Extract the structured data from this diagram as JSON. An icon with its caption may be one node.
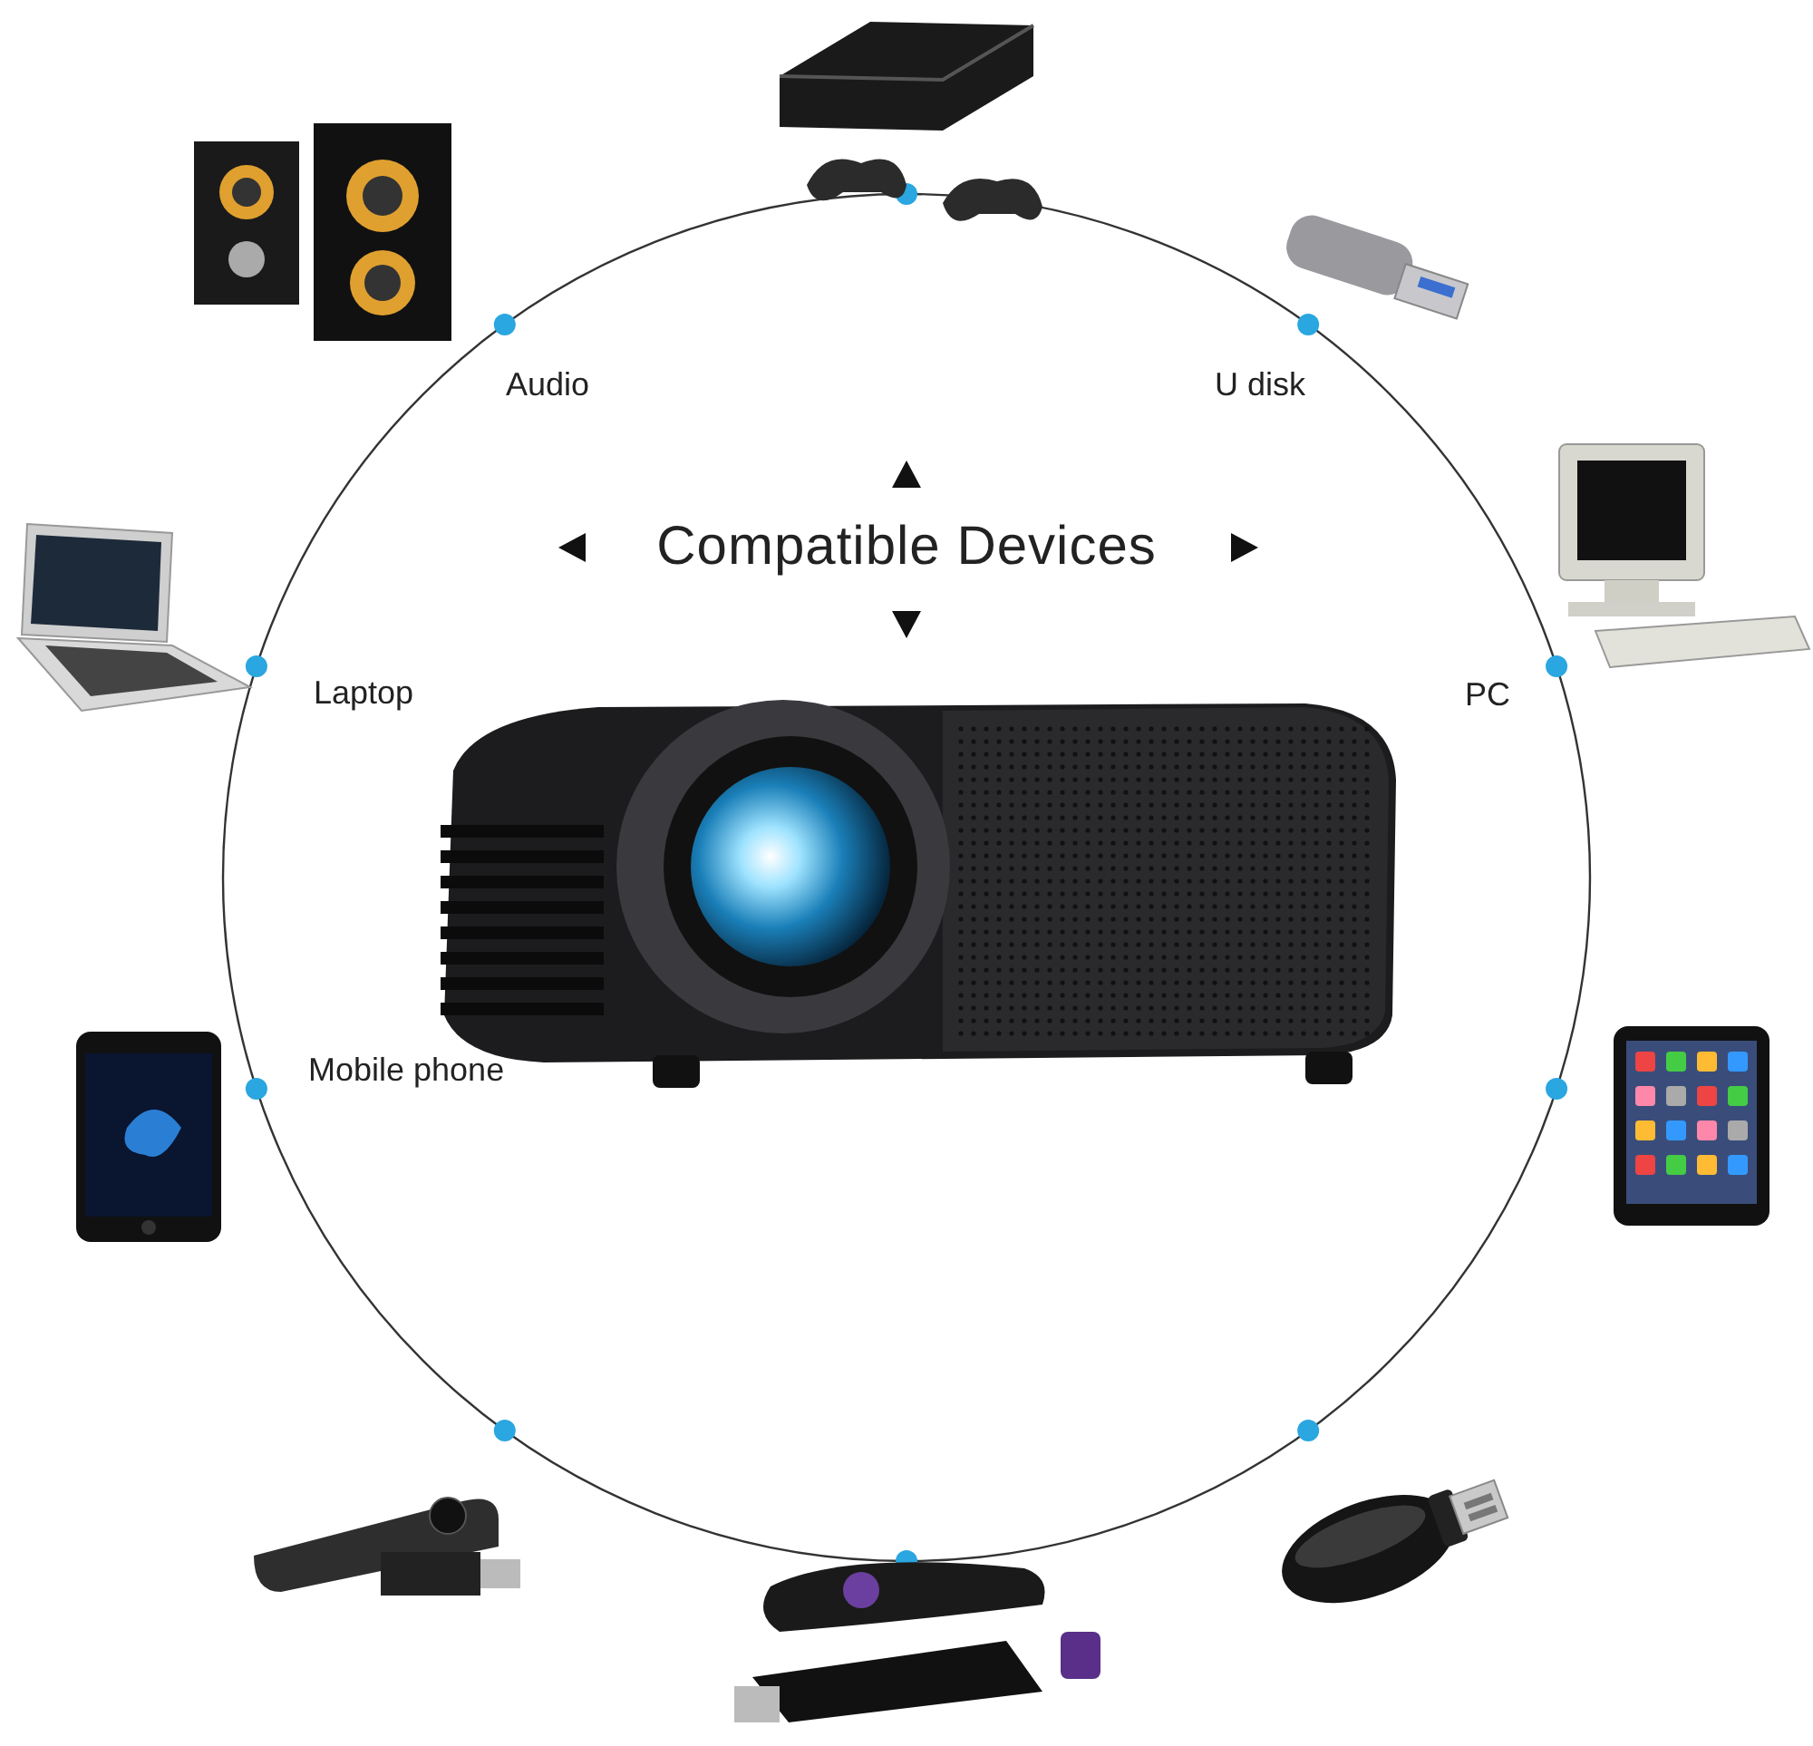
{
  "diagram": {
    "title": "Compatible Devices",
    "nodes": [
      {
        "text": [],
        "shape": "picture"
      },
      {
        "text": [
          "U disk"
        ]
      },
      {
        "text": [
          "PC"
        ]
      },
      {
        "text": [],
        "shape": "picture"
      },
      {
        "text": [],
        "shape": "picture"
      },
      {
        "text": [],
        "shape": "picture"
      },
      {
        "text": [],
        "shape": "picture"
      },
      {
        "text": [
          "Mobile phone"
        ]
      },
      {
        "text": [
          "Laptop"
        ]
      },
      {
        "text": [
          "Audio"
        ]
      }
    ]
  }
}
